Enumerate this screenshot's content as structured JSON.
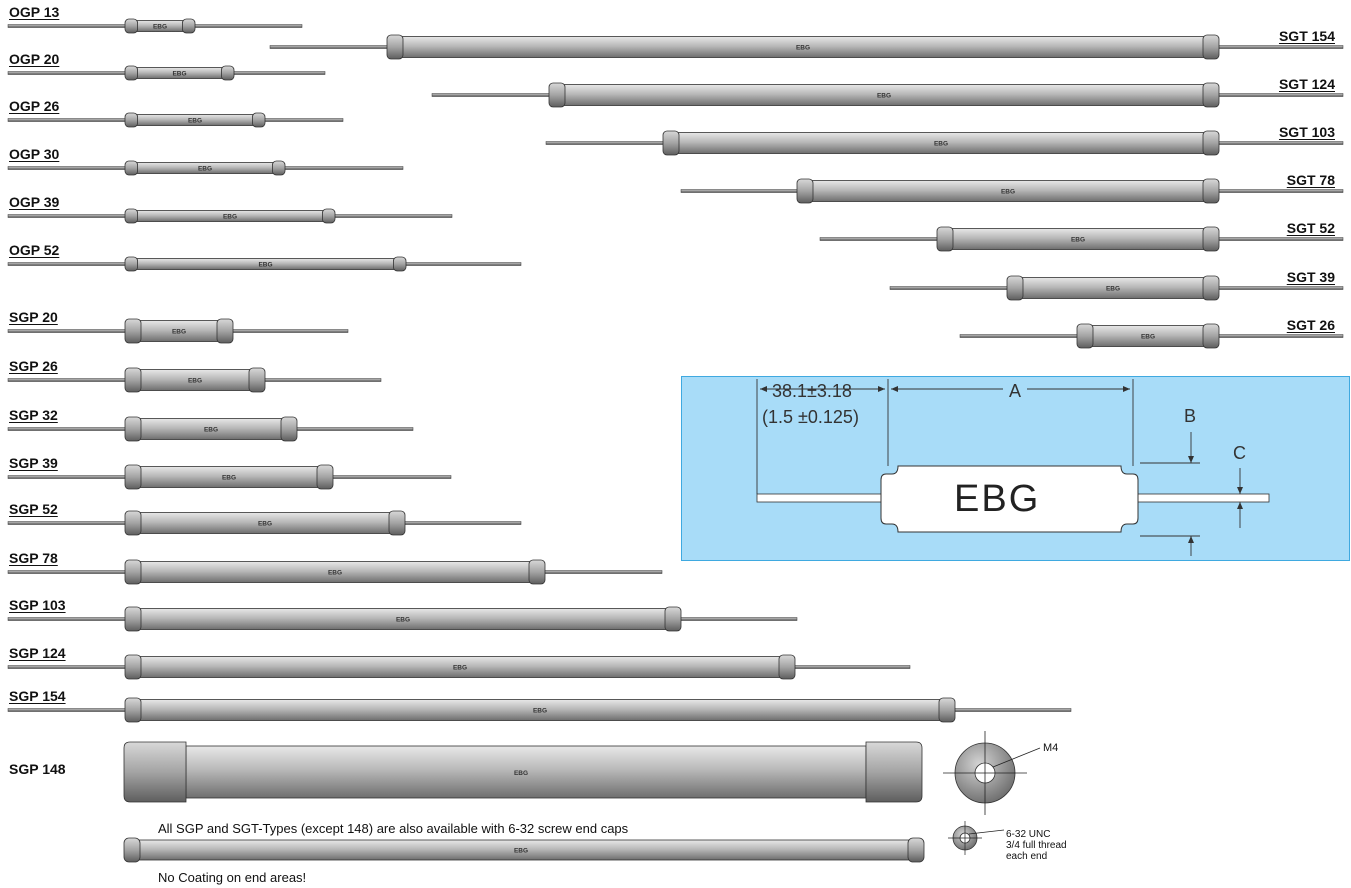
{
  "brand": "EBG",
  "left_types": [
    {
      "label": "OGP 13"
    },
    {
      "label": "OGP 20"
    },
    {
      "label": "OGP 26"
    },
    {
      "label": "OGP 30"
    },
    {
      "label": "OGP 39"
    },
    {
      "label": "OGP 52"
    },
    {
      "label": "SGP 20"
    },
    {
      "label": "SGP 26"
    },
    {
      "label": "SGP 32"
    },
    {
      "label": "SGP 39"
    },
    {
      "label": "SGP 52"
    },
    {
      "label": "SGP 78"
    },
    {
      "label": "SGP 103"
    },
    {
      "label": "SGP 124"
    },
    {
      "label": "SGP 154"
    }
  ],
  "right_types": [
    {
      "label": "SGT 154"
    },
    {
      "label": "SGT 124"
    },
    {
      "label": "SGT 103"
    },
    {
      "label": "SGT 78"
    },
    {
      "label": "SGT 52"
    },
    {
      "label": "SGT 39"
    },
    {
      "label": "SGT 26"
    }
  ],
  "sgp148": {
    "label": "SGP 148",
    "thread_label": "M4"
  },
  "screw_caps": {
    "note": "All SGP and SGT-Types (except 148) are also available with 6-32 screw end caps",
    "thread_lines": [
      "6-32 UNC",
      "3/4 full thread",
      "each end"
    ],
    "no_coating": "No Coating on end areas!"
  },
  "dimension_box": {
    "dim_lead": "38.1±3.18",
    "dim_lead_inch": "(1.5  ±0.125)",
    "label_a": "A",
    "label_b": "B",
    "label_c": "C",
    "bg_color": "#a8dcf8",
    "border_color": "#3fa9e0"
  }
}
